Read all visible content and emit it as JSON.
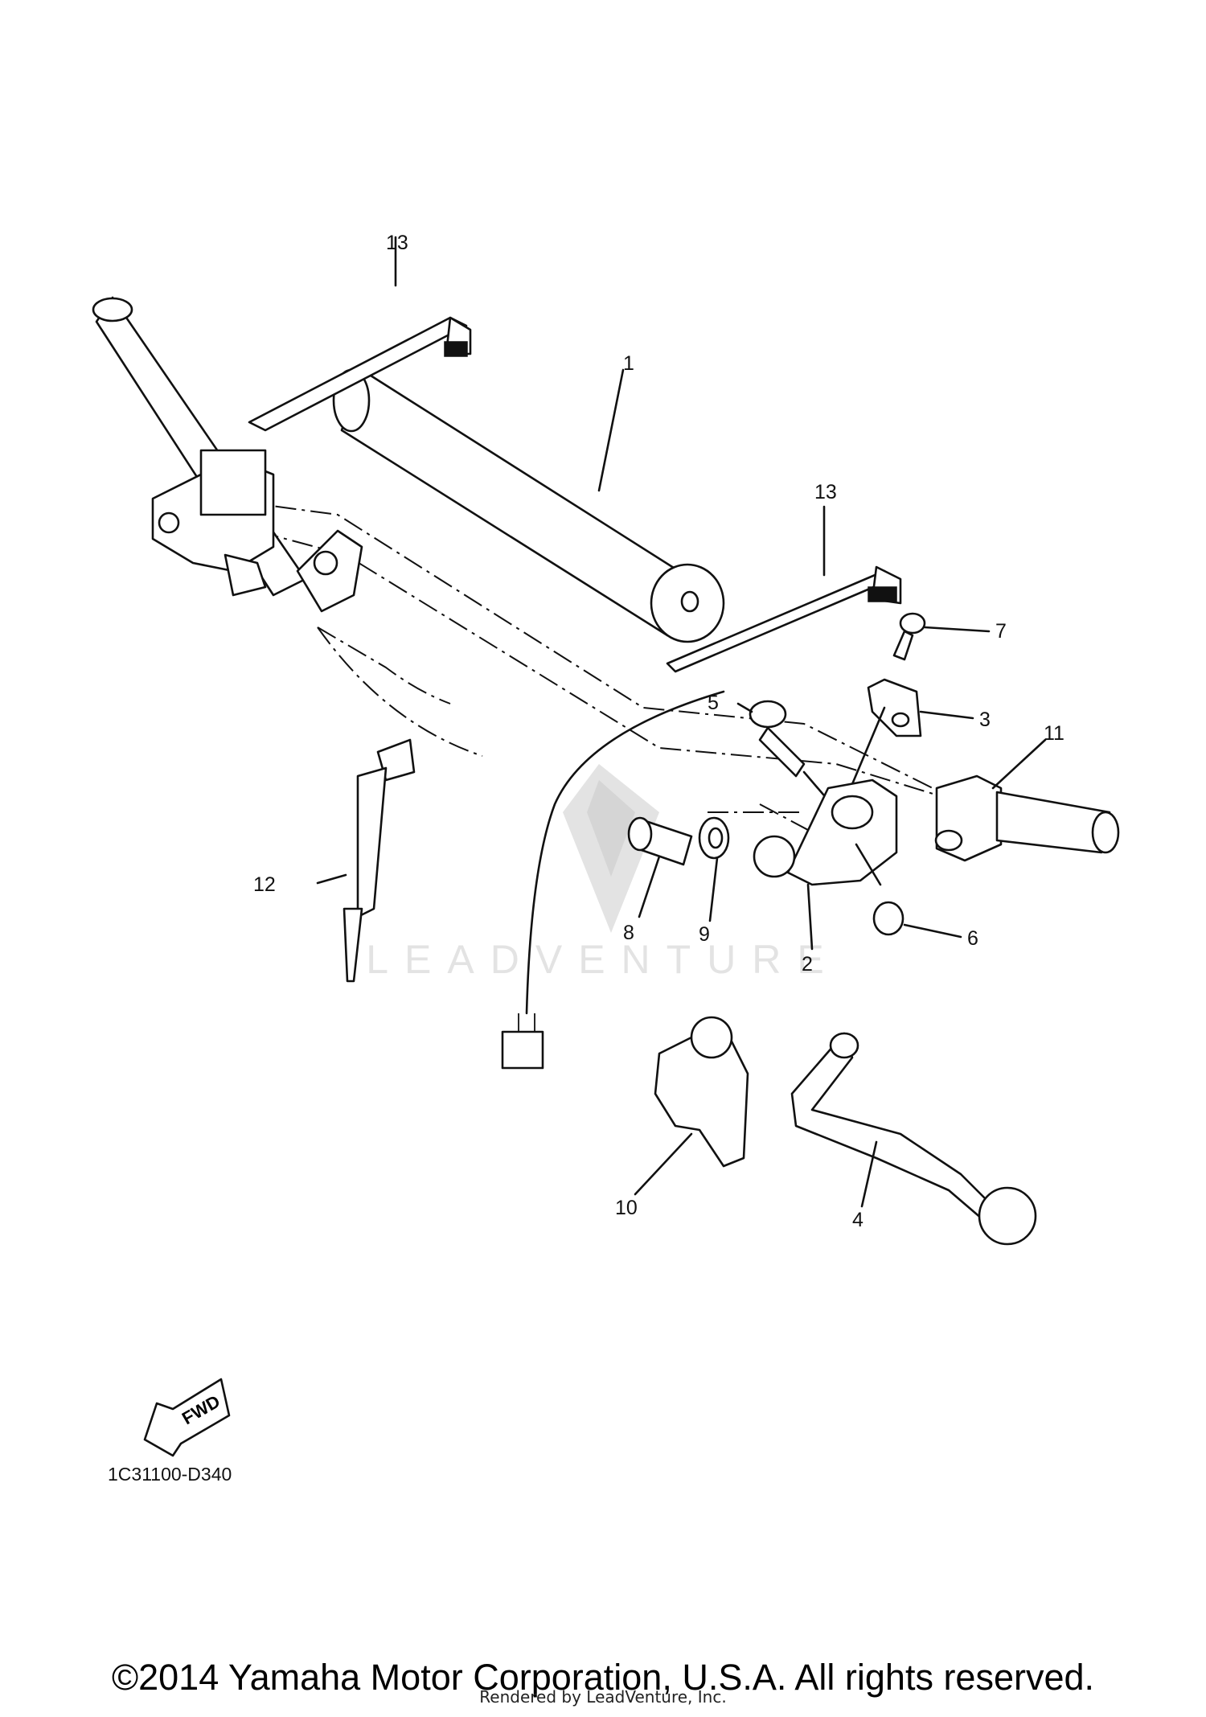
{
  "diagram": {
    "code": "1C31100-D340",
    "fwd_label": "FWD",
    "watermark": "LEADVENTURE",
    "callouts": [
      "1",
      "2",
      "3",
      "4",
      "5",
      "6",
      "7",
      "8",
      "9",
      "10",
      "11",
      "12",
      "13",
      "13"
    ]
  },
  "footer": {
    "copyright": "©2014 Yamaha Motor Corporation, U.S.A. All rights reserved.",
    "rendered_by": "Rendered by LeadVenture, Inc."
  }
}
